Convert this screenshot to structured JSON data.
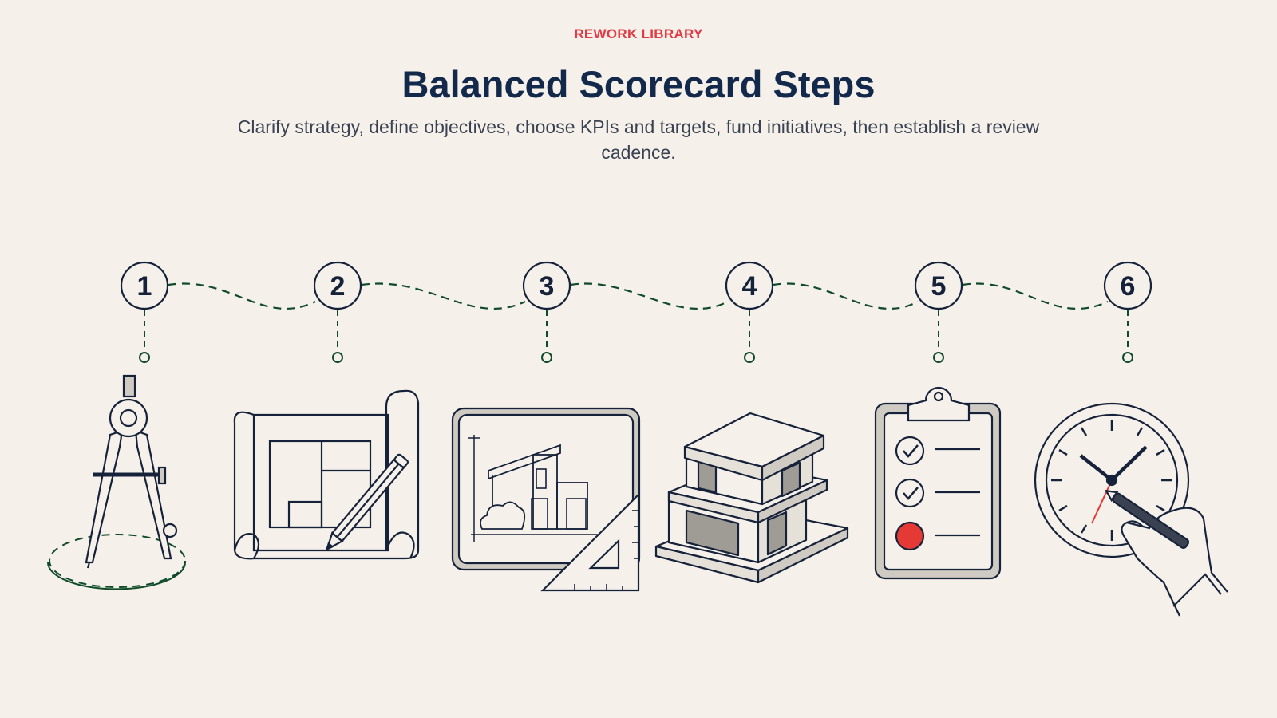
{
  "header": {
    "eyebrow": "REWORK LIBRARY",
    "title": "Balanced Scorecard Steps",
    "subtitle": "Clarify strategy, define objectives, choose KPIs and targets, fund initiatives, then establish a review cadence."
  },
  "steps": [
    {
      "number": "1",
      "icon": "compass-icon"
    },
    {
      "number": "2",
      "icon": "blueprint-pencil-icon"
    },
    {
      "number": "3",
      "icon": "design-board-icon"
    },
    {
      "number": "4",
      "icon": "building-model-icon"
    },
    {
      "number": "5",
      "icon": "checklist-clipboard-icon"
    },
    {
      "number": "6",
      "icon": "clock-hand-icon"
    }
  ],
  "colors": {
    "background": "#f5f1ea",
    "accent": "#e03a44",
    "title": "#13294b",
    "path": "#0f4a2a",
    "ink": "#16223a",
    "status_red": "#e53935"
  }
}
